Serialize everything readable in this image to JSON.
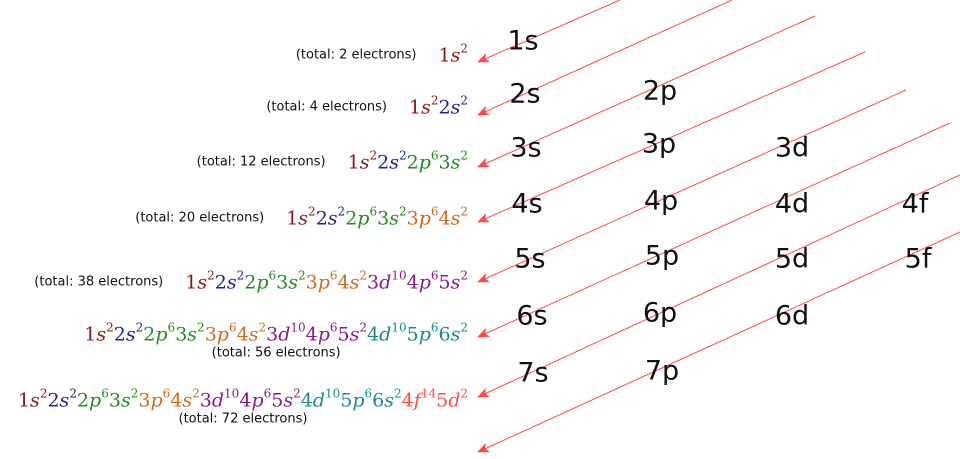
{
  "colors": {
    "arrow": "#ff4a4a",
    "text": "#111111"
  },
  "orbitals": [
    "1s",
    "2s",
    "2p",
    "3s",
    "3p",
    "3d",
    "4s",
    "4p",
    "4d",
    "4f",
    "5s",
    "5p",
    "5d",
    "5f",
    "6s",
    "6p",
    "6d",
    "7s",
    "7p"
  ],
  "groups": {
    "g1": "#8b1a1a",
    "g2": "#22228b",
    "g3": "#228b22",
    "g4": "#d2691e",
    "g5": "#8b1a8b",
    "g6": "#1a8b8b",
    "g7": "#ff4d4d"
  },
  "configurations": [
    {
      "label": "(total: 2 electrons)",
      "terms": [
        [
          "1",
          "s",
          "2",
          "g1"
        ]
      ]
    },
    {
      "label": "(total: 4 electrons)",
      "terms": [
        [
          "1",
          "s",
          "2",
          "g1"
        ],
        [
          "2",
          "s",
          "2",
          "g2"
        ]
      ]
    },
    {
      "label": "(total: 12 electrons)",
      "terms": [
        [
          "1",
          "s",
          "2",
          "g1"
        ],
        [
          "2",
          "s",
          "2",
          "g2"
        ],
        [
          "2",
          "p",
          "6",
          "g3"
        ],
        [
          "3",
          "s",
          "2",
          "g3"
        ]
      ]
    },
    {
      "label": "(total: 20 electrons)",
      "terms": [
        [
          "1",
          "s",
          "2",
          "g1"
        ],
        [
          "2",
          "s",
          "2",
          "g2"
        ],
        [
          "2",
          "p",
          "6",
          "g3"
        ],
        [
          "3",
          "s",
          "2",
          "g3"
        ],
        [
          "3",
          "p",
          "6",
          "g4"
        ],
        [
          "4",
          "s",
          "2",
          "g4"
        ]
      ]
    },
    {
      "label": "(total: 38 electrons)",
      "terms": [
        [
          "1",
          "s",
          "2",
          "g1"
        ],
        [
          "2",
          "s",
          "2",
          "g2"
        ],
        [
          "2",
          "p",
          "6",
          "g3"
        ],
        [
          "3",
          "s",
          "2",
          "g3"
        ],
        [
          "3",
          "p",
          "6",
          "g4"
        ],
        [
          "4",
          "s",
          "2",
          "g4"
        ],
        [
          "3",
          "d",
          "10",
          "g5"
        ],
        [
          "4",
          "p",
          "6",
          "g5"
        ],
        [
          "5",
          "s",
          "2",
          "g5"
        ]
      ]
    },
    {
      "label": "(total: 56 electrons)",
      "terms": [
        [
          "1",
          "s",
          "2",
          "g1"
        ],
        [
          "2",
          "s",
          "2",
          "g2"
        ],
        [
          "2",
          "p",
          "6",
          "g3"
        ],
        [
          "3",
          "s",
          "2",
          "g3"
        ],
        [
          "3",
          "p",
          "6",
          "g4"
        ],
        [
          "4",
          "s",
          "2",
          "g4"
        ],
        [
          "3",
          "d",
          "10",
          "g5"
        ],
        [
          "4",
          "p",
          "6",
          "g5"
        ],
        [
          "5",
          "s",
          "2",
          "g5"
        ],
        [
          "4",
          "d",
          "10",
          "g6"
        ],
        [
          "5",
          "p",
          "6",
          "g6"
        ],
        [
          "6",
          "s",
          "2",
          "g6"
        ]
      ]
    },
    {
      "label": "(total: 72 electrons)",
      "terms": [
        [
          "1",
          "s",
          "2",
          "g1"
        ],
        [
          "2",
          "s",
          "2",
          "g2"
        ],
        [
          "2",
          "p",
          "6",
          "g3"
        ],
        [
          "3",
          "s",
          "2",
          "g3"
        ],
        [
          "3",
          "p",
          "6",
          "g4"
        ],
        [
          "4",
          "s",
          "2",
          "g4"
        ],
        [
          "3",
          "d",
          "10",
          "g5"
        ],
        [
          "4",
          "p",
          "6",
          "g5"
        ],
        [
          "5",
          "s",
          "2",
          "g5"
        ],
        [
          "4",
          "d",
          "10",
          "g6"
        ],
        [
          "5",
          "p",
          "6",
          "g6"
        ],
        [
          "6",
          "s",
          "2",
          "g6"
        ],
        [
          "4",
          "f",
          "14",
          "g7"
        ],
        [
          "5",
          "d",
          "2",
          "g7"
        ]
      ]
    }
  ]
}
